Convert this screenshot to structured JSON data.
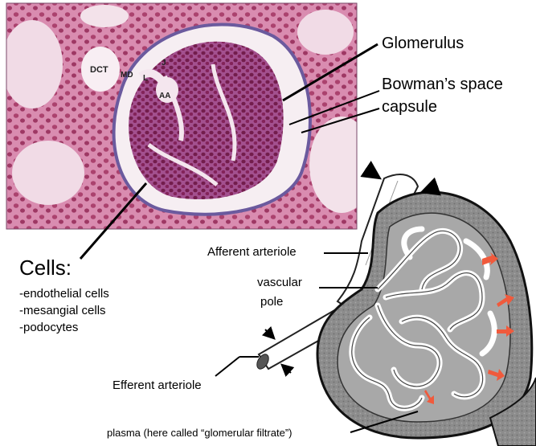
{
  "micrograph": {
    "labels": {
      "dct": "DCT",
      "md": "MD",
      "l": "L",
      "j": "J",
      "aa": "AA"
    }
  },
  "annotations": {
    "glomerulus": "Glomerulus",
    "bowmans_space": "Bowman’s space",
    "capsule": "capsule",
    "cells_title": "Cells:",
    "cells_list": [
      "-endothelial cells",
      "-mesangial cells",
      "-podocytes"
    ],
    "afferent_arteriole": "Afferent arteriole",
    "vascular": "vascular",
    "pole": "pole",
    "efferent_arteriole": "Efferent arteriole",
    "plasma": "plasma (here called “glomerular filtrate”)"
  },
  "colors": {
    "stain_background": "#d98cb0",
    "nucleus": "#8a1c4a",
    "filtration_arrow": "#f05a3c",
    "capsule_fill": "#9a9a9a"
  }
}
